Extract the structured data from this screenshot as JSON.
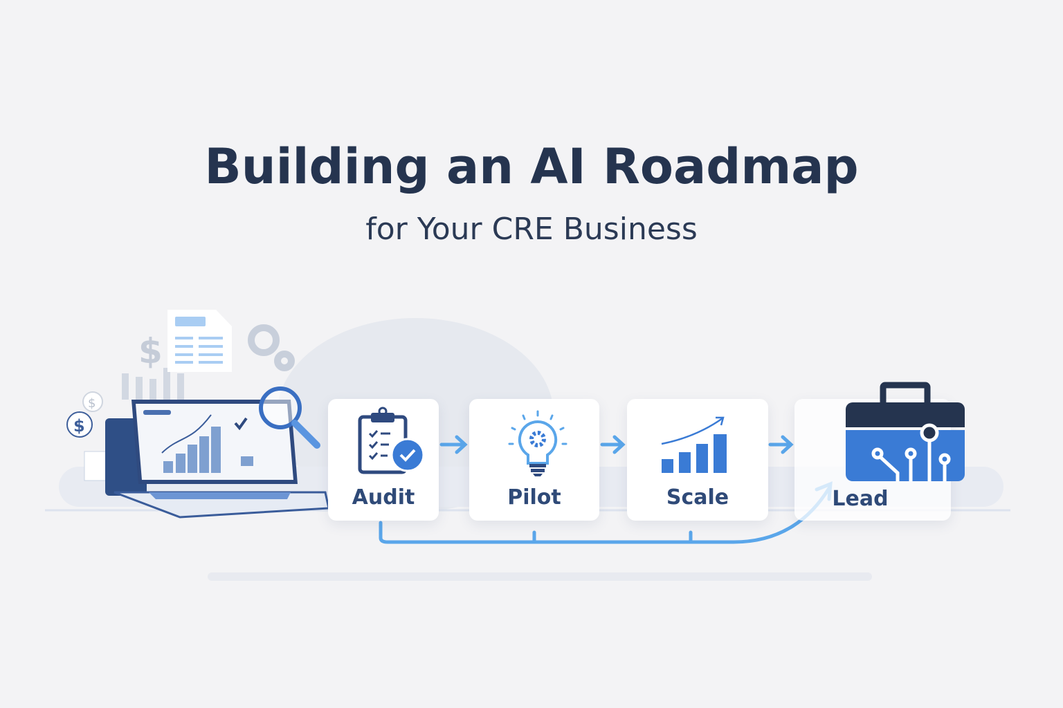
{
  "title": "Building an AI Roadmap",
  "subtitle": "for Your CRE Business",
  "steps": [
    {
      "label": "Audit",
      "icon": "clipboard-check-icon"
    },
    {
      "label": "Pilot",
      "icon": "lightbulb-gear-icon"
    },
    {
      "label": "Scale",
      "icon": "bar-chart-growth-icon"
    },
    {
      "label": "Lead",
      "icon": "briefcase-circuit-icon"
    }
  ],
  "colors": {
    "navy": "#25344f",
    "blue": "#3a7bd5",
    "light_blue": "#5aa6ea",
    "background": "#f3f3f5"
  }
}
